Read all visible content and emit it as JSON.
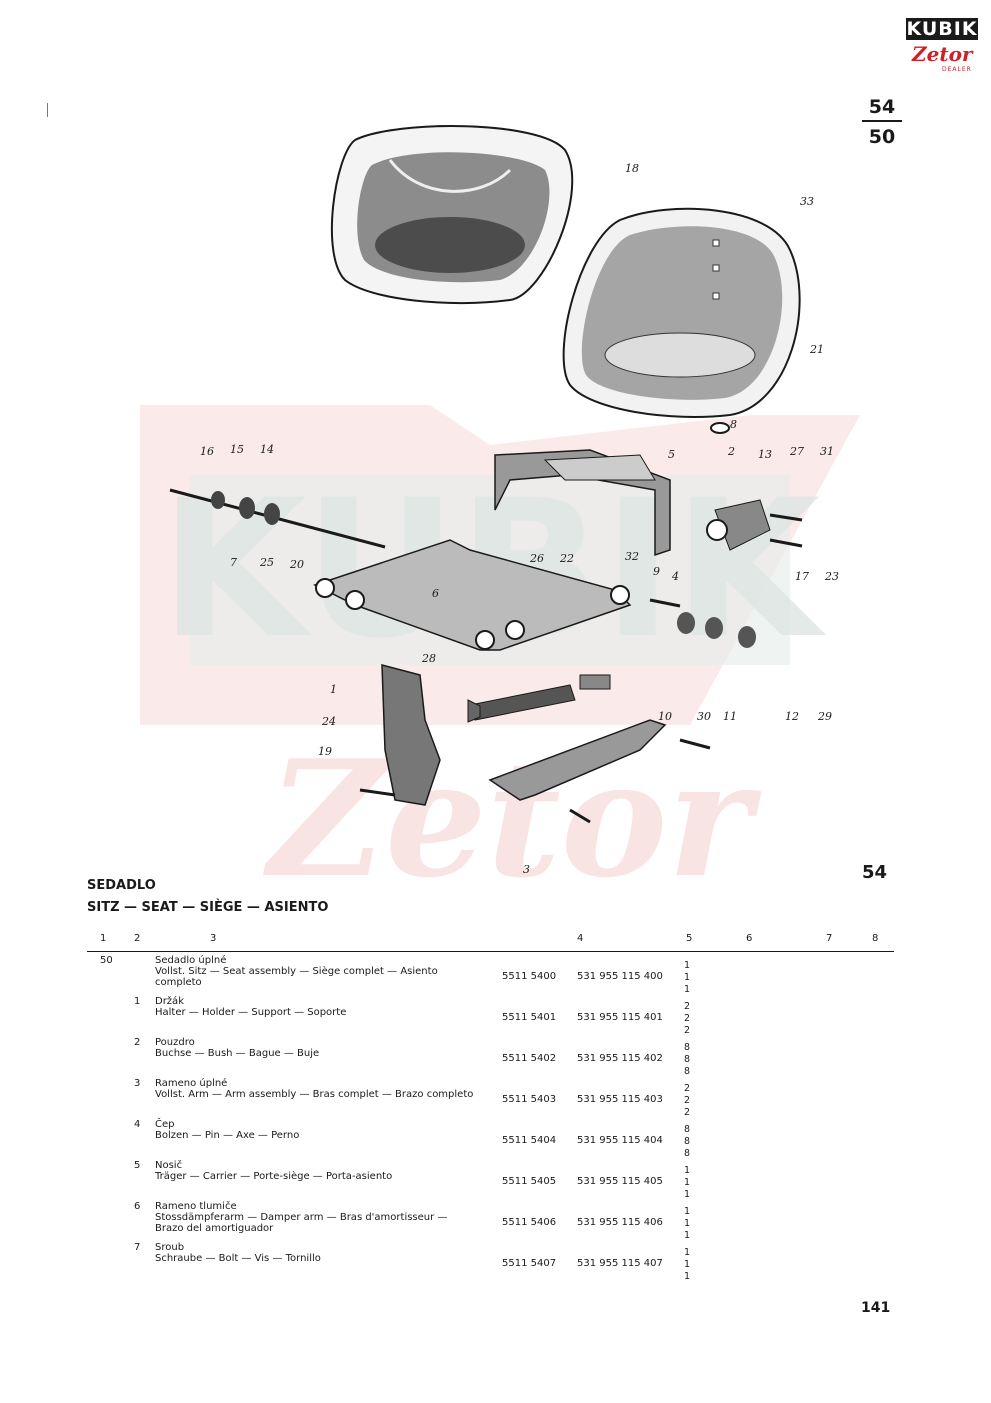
{
  "brand": {
    "top": "KUBIK",
    "script": "Zetor",
    "sub": "DEALER"
  },
  "group": {
    "number": "54",
    "sub": "50"
  },
  "callouts": [
    "1",
    "2",
    "3",
    "4",
    "5",
    "6",
    "7",
    "8",
    "9",
    "10",
    "11",
    "12",
    "13",
    "14",
    "15",
    "16",
    "17",
    "18",
    "19",
    "20",
    "21",
    "22",
    "23",
    "24",
    "25",
    "26",
    "27",
    "28",
    "29",
    "30",
    "31",
    "32",
    "33"
  ],
  "section": {
    "number": "54",
    "title": "SEDADLO",
    "subtitle": "SITZ — SEAT — SIÈGE — ASIENTO"
  },
  "table": {
    "columns": [
      "1",
      "2",
      "3",
      "4",
      "5",
      "6",
      "7",
      "8"
    ],
    "rows": [
      {
        "group": "50",
        "pos": "",
        "name": "Sedadlo úplné",
        "desc": "Vollst. Sitz — Seat assembly — Siège complet — Asiento completo",
        "num_a": "5511 5400",
        "num_b": "531 955 115 400",
        "qty": [
          "1",
          "1",
          "1"
        ]
      },
      {
        "group": "",
        "pos": "1",
        "name": "Držák",
        "desc": "Halter — Holder — Support — Soporte",
        "num_a": "5511 5401",
        "num_b": "531 955 115 401",
        "qty": [
          "2",
          "2",
          "2"
        ]
      },
      {
        "group": "",
        "pos": "2",
        "name": "Pouzdro",
        "desc": "Buchse — Bush — Bague — Buje",
        "num_a": "5511 5402",
        "num_b": "531 955 115 402",
        "qty": [
          "8",
          "8",
          "8"
        ]
      },
      {
        "group": "",
        "pos": "3",
        "name": "Rameno úplné",
        "desc": "Vollst. Arm — Arm assembly — Bras complet — Brazo completo",
        "num_a": "5511 5403",
        "num_b": "531 955 115 403",
        "qty": [
          "2",
          "2",
          "2"
        ]
      },
      {
        "group": "",
        "pos": "4",
        "name": "Čep",
        "desc": "Bolzen — Pin — Axe — Perno",
        "num_a": "5511 5404",
        "num_b": "531 955 115 404",
        "qty": [
          "8",
          "8",
          "8"
        ]
      },
      {
        "group": "",
        "pos": "5",
        "name": "Nosič",
        "desc": "Träger — Carrier — Porte-siège — Porta-asiento",
        "num_a": "5511 5405",
        "num_b": "531 955 115 405",
        "qty": [
          "1",
          "1",
          "1"
        ]
      },
      {
        "group": "",
        "pos": "6",
        "name": "Rameno tlumiče",
        "desc": "Stossdämpferarm — Damper arm — Bras d'amortisseur — Brazo del amortiguador",
        "num_a": "5511 5406",
        "num_b": "531 955 115 406",
        "qty": [
          "1",
          "1",
          "1"
        ]
      },
      {
        "group": "",
        "pos": "7",
        "name": "Sroub",
        "desc": "Schraube — Bolt — Vis — Tornillo",
        "num_a": "5511 5407",
        "num_b": "531 955 115 407",
        "qty": [
          "1",
          "1",
          "1"
        ]
      }
    ]
  },
  "page_number": "141",
  "colors": {
    "watermark_red": "#f6d3d3",
    "watermark_grey": "#e2e8e6",
    "ink": "#1a1a1a",
    "brand_red": "#d0202a"
  }
}
